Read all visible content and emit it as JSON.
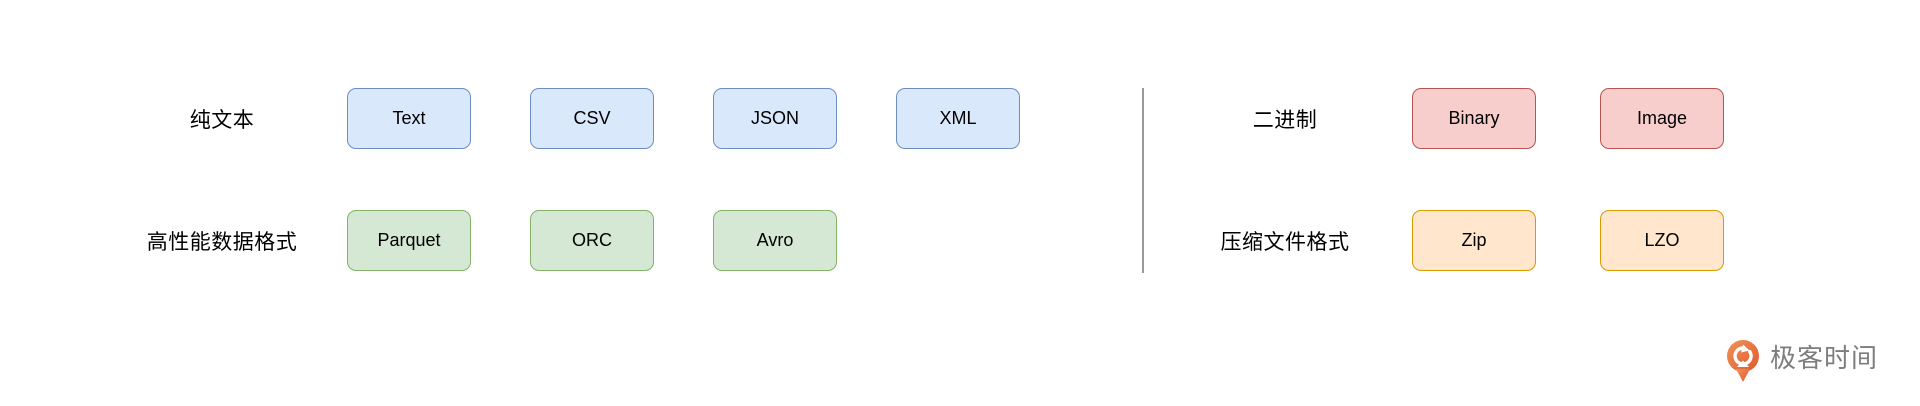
{
  "colors": {
    "page_bg": "#ffffff",
    "blue_fill": "#dae8fc",
    "blue_stroke": "#6c8ebf",
    "green_fill": "#d5e8d4",
    "green_stroke": "#82b366",
    "red_fill": "#f8cecc",
    "red_stroke": "#b85450",
    "orange_fill": "#ffe6cc",
    "orange_stroke": "#d79b00",
    "divider": "#999999",
    "label_text": "#000000",
    "logo_text": "#7d7d7d",
    "logo_orange_light": "#f0935a",
    "logo_orange_dark": "#e05a2b"
  },
  "diagram": {
    "left": {
      "rows": [
        {
          "label": "纯文本",
          "style": "blue",
          "items": [
            "Text",
            "CSV",
            "JSON",
            "XML"
          ]
        },
        {
          "label": "高性能数据格式",
          "style": "green",
          "items": [
            "Parquet",
            "ORC",
            "Avro"
          ]
        }
      ]
    },
    "right": {
      "rows": [
        {
          "label": "二进制",
          "style": "red",
          "items": [
            "Binary",
            "Image"
          ]
        },
        {
          "label": "压缩文件格式",
          "style": "orange",
          "items": [
            "Zip",
            "LZO"
          ]
        }
      ]
    }
  },
  "logo": {
    "text": "极客时间"
  }
}
